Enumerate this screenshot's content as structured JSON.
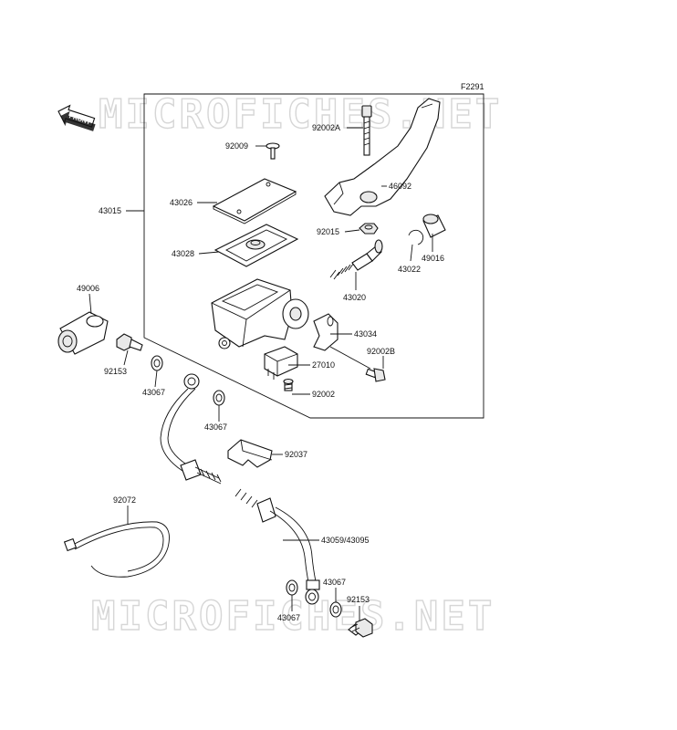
{
  "diagram": {
    "code": "F2291",
    "front_label": "FRONT",
    "watermark": "MICROFICHES.NET",
    "parts": {
      "p92002A": "92002A",
      "p92009": "92009",
      "p46092": "46092",
      "p43015": "43015",
      "p43026": "43026",
      "p92015": "92015",
      "p43028": "43028",
      "p49016": "49016",
      "p43022": "43022",
      "p43020": "43020",
      "p49006": "49006",
      "p43034": "43034",
      "p92002B": "92002B",
      "p27010": "27010",
      "p92153a": "92153",
      "p43067a": "43067",
      "p92002": "92002",
      "p43067b": "43067",
      "p92037": "92037",
      "p92072": "92072",
      "p43059": "43059/43095",
      "p43067c": "43067",
      "p92153b": "92153",
      "p43067d": "43067"
    }
  }
}
